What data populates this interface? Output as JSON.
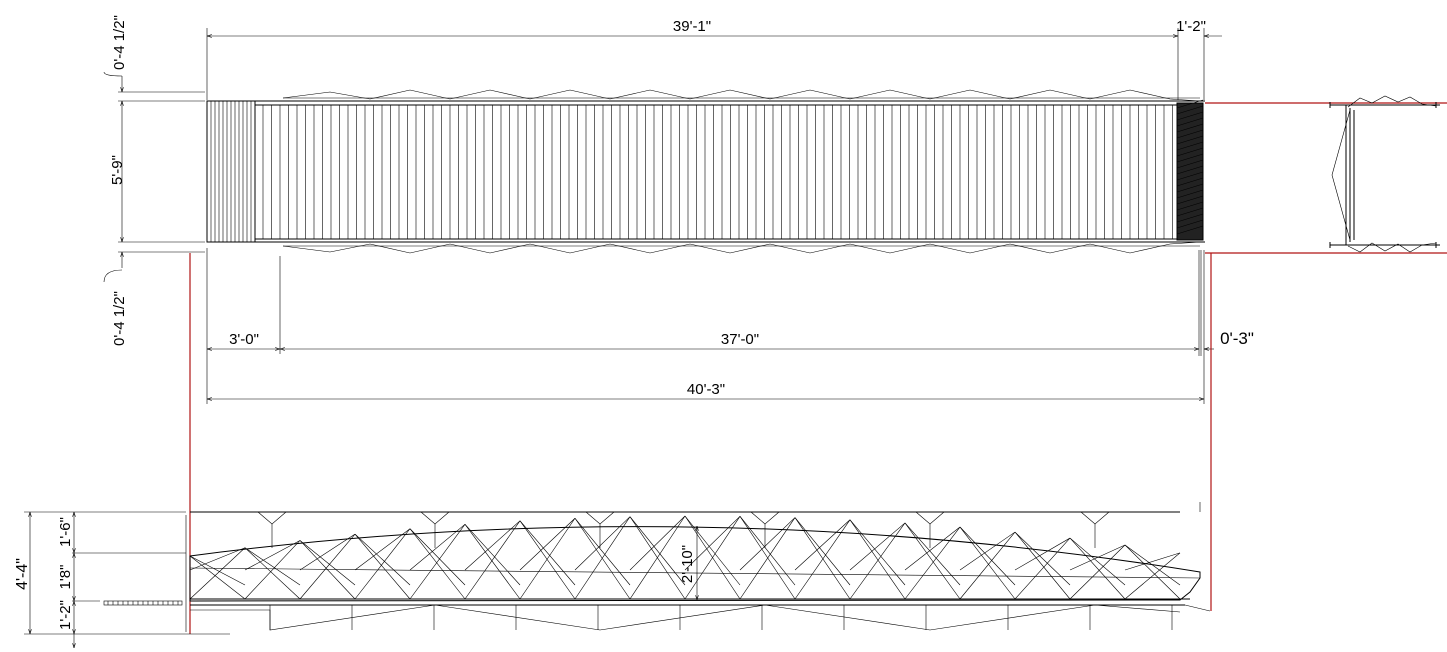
{
  "dimensions": {
    "top_overall": "39'-1\"",
    "top_end": "1'-2\"",
    "left_top_offset": "0'-4 1/2\"",
    "left_height": "5'-9\"",
    "left_bottom_offset": "0'-4 1/2\"",
    "lower_left": "3'-0\"",
    "lower_main": "37'-0\"",
    "lower_end": "0'-3\"",
    "lower_overall": "40'-3\"",
    "elev_total": "4'-4\"",
    "elev_top": "1'-6\"",
    "elev_mid": "1'8\"",
    "elev_bottom": "1'-2\"",
    "elev_depth": "2'-10\""
  },
  "colors": {
    "line": "#000000",
    "reference_line": "#b01515"
  }
}
